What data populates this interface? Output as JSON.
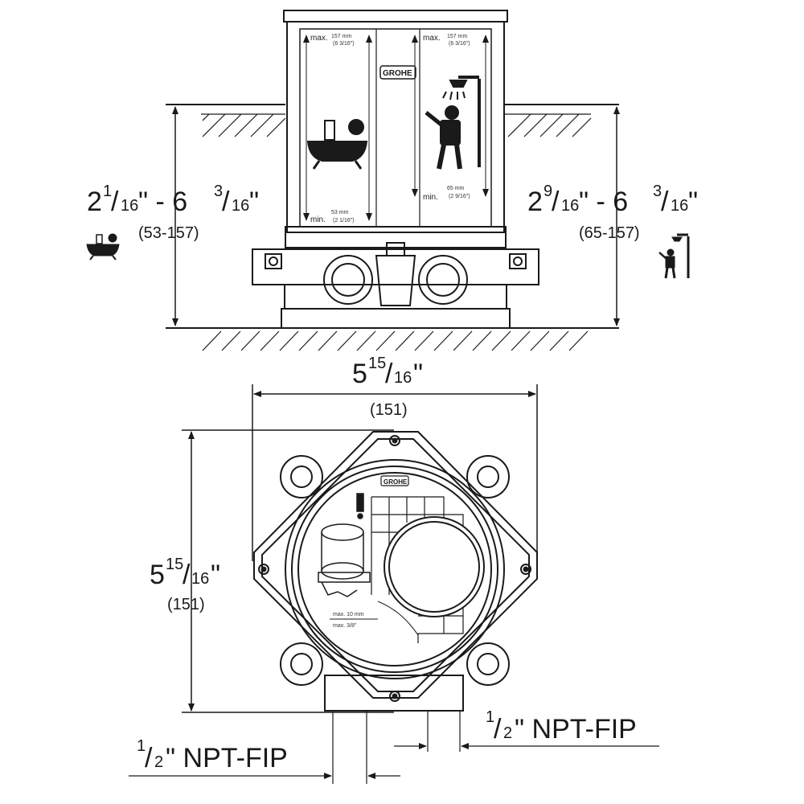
{
  "brand": "GROHE",
  "side_view": {
    "left_height": {
      "whole": "2",
      "num1": "1",
      "den1": "16",
      "sep": "\" - 6",
      "num2": "3",
      "den2": "16",
      "mm": "(53-157)"
    },
    "right_height": {
      "whole": "2",
      "num1": "9",
      "den1": "16",
      "sep": "\" - 6",
      "num2": "3",
      "den2": "16",
      "mm": "(65-157)"
    },
    "box_labels": {
      "max_left": "max.",
      "max_left_val": "157 mm",
      "max_left_in": "(6 3/16\")",
      "min_left": "min.",
      "min_left_val": "53 mm",
      "min_left_in": "(2 1/16\")",
      "max_right": "max.",
      "max_right_val": "157 mm",
      "max_right_in": "(6 3/16\")",
      "min_right": "min.",
      "min_right_val": "65 mm",
      "min_right_in": "(2 9/16\")"
    },
    "icons": [
      "bathtub-icon",
      "shower-icon"
    ]
  },
  "top_view": {
    "width": {
      "whole": "5",
      "num": "15",
      "den": "16",
      "mm": "(151)"
    },
    "height": {
      "whole": "5",
      "num": "15",
      "den": "16",
      "mm": "(151)"
    },
    "pipe_left": {
      "num": "1",
      "den": "2",
      "label": "\" NPT-FIP"
    },
    "pipe_right": {
      "num": "1",
      "den": "2",
      "label": "\" NPT-FIP"
    },
    "inner_label_1": "max. 10 mm",
    "inner_label_2": "max. 3/8\""
  },
  "colors": {
    "line": "#1a1a1a",
    "hatch": "#1a1a1a",
    "background": "#ffffff"
  }
}
